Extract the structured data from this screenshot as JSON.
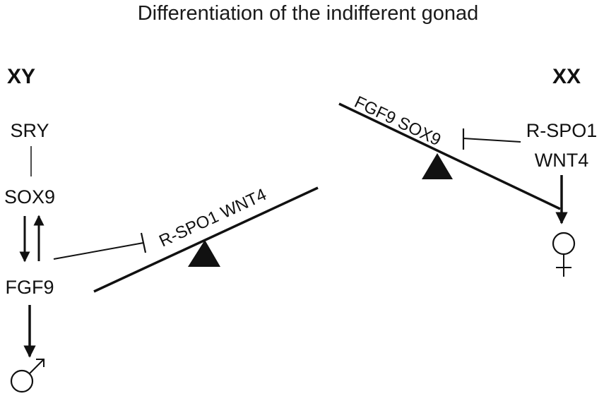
{
  "title": "Differentiation of the indifferent gonad",
  "male": {
    "header": "XY",
    "genes": [
      "SRY",
      "SOX9",
      "FGF9"
    ],
    "symbol_icon": "male-symbol-icon"
  },
  "female": {
    "header": "XX",
    "genes": [
      "R-SPO1",
      "WNT4"
    ],
    "symbol_icon": "female-symbol-icon"
  },
  "balance_left": {
    "beam_label": "R-SPO1 WNT4"
  },
  "balance_right": {
    "beam_label": "FGF9 SOX9"
  },
  "colors": {
    "ink": "#111111",
    "background": "#ffffff"
  }
}
